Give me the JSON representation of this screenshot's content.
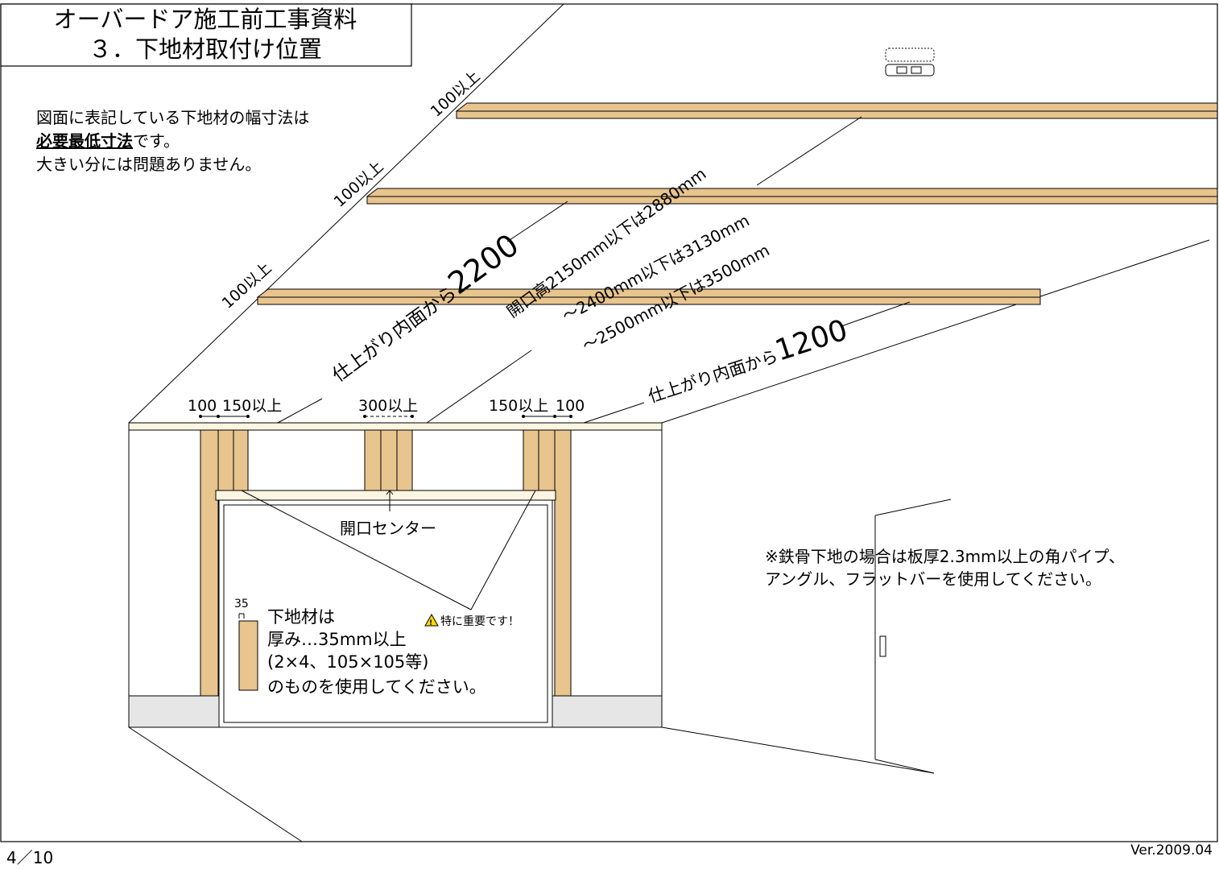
{
  "title": {
    "line1": "オーバードア施工前工事資料",
    "line2": "３．下地材取付け位置"
  },
  "note_top": {
    "line1": "図面に表記している下地材の幅寸法は",
    "line2_bold": "必要最低寸法",
    "line2_rest": "です。",
    "line3": "大きい分には問題ありません。"
  },
  "beam_labels": [
    "100以上",
    "100以上",
    "100以上"
  ],
  "diag": {
    "from_inner_2200_prefix": "仕上がり内面から",
    "from_inner_2200_value": "2200",
    "opening_line1": "開口高2150mm以下は2880mm",
    "opening_line2": "～2400mm以下は3130mm",
    "opening_line3": "～2500mm以下は3500mm",
    "from_inner_1200_prefix": "仕上がり内面から",
    "from_inner_1200_value": "1200"
  },
  "dims": {
    "left_100": "100",
    "left_150": "150以上",
    "center_300": "300以上",
    "right_150": "150以上",
    "right_100": "100"
  },
  "opening_center": "開口センター",
  "material": {
    "thickness_label": "35",
    "line1": "下地材は",
    "line2": "厚み…35mm以上",
    "line3": "(2×4、105×105等)",
    "line4": "のものを使用してください。"
  },
  "important": "特に重要です！",
  "steel_note": {
    "line1": "※鉄骨下地の場合は板厚2.3mm以上の角パイプ、",
    "line2": "アングル、フラットバーを使用してください。"
  },
  "page_number": "4／10",
  "version": "Ver.2009.04",
  "colors": {
    "wood": "#e8c48e",
    "base": "#e6e6e6",
    "header": "#fbf6e2"
  }
}
